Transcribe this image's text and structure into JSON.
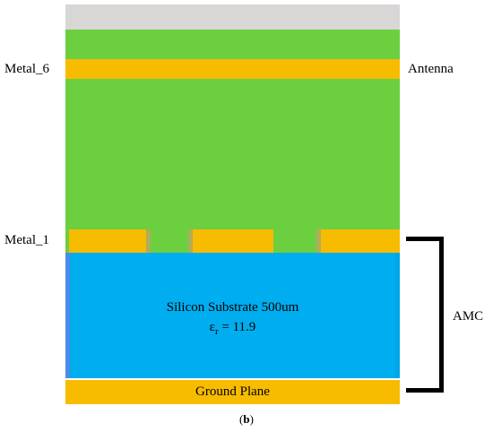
{
  "colors": {
    "passivation": "#d9d6d6",
    "dielectric": "#6ccf40",
    "metal": "#f7bc00",
    "substrate": "#00adef"
  },
  "labels": {
    "metal6": "Metal_6",
    "antenna": "Antenna",
    "metal1": "Metal_1",
    "substrate_line1": "Silicon Substrate 500um",
    "epsilon_symbol": "ε",
    "epsilon_sub": "r",
    "epsilon_value": " = 11.9",
    "ground_plane": "Ground Plane",
    "amc": "AMC",
    "caption_open": "(",
    "caption_letter": "b",
    "caption_close": ")"
  }
}
